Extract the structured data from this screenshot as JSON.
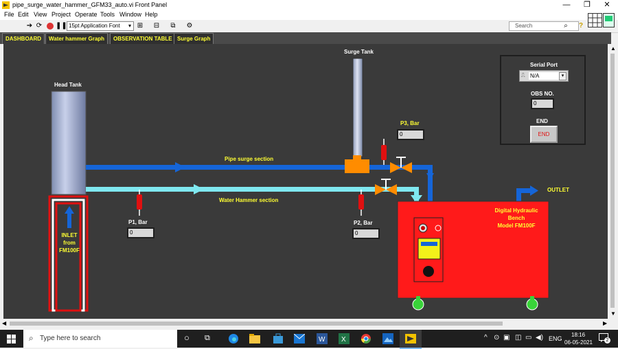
{
  "window": {
    "title": "pipe_surge_water_hammer_GFM33_auto.vi Front Panel",
    "minimize": "—",
    "restore": "❐",
    "close": "✕"
  },
  "menu": [
    "File",
    "Edit",
    "View",
    "Project",
    "Operate",
    "Tools",
    "Window",
    "Help"
  ],
  "toolbar": {
    "font": "15pt Application Font",
    "search_placeholder": "Search",
    "help": "?"
  },
  "tabs": [
    "DASHBOARD",
    "Water hammer Graph",
    "OBSERVATION TABLE",
    "Surge Graph"
  ],
  "diagram": {
    "head_tank": "Head Tank",
    "surge_tank": "Surge Tank",
    "pipe_surge": "Pipe surge section",
    "water_hammer": "Water Hammer section",
    "inlet": "INLET\nfrom\nFM100F",
    "outlet": "OUTLET",
    "bench": "Digital Hydraulic\nBench\nModel FM100F"
  },
  "gauges": {
    "p1_label": "P1, Bar",
    "p1_value": "0",
    "p2_label": "P2, Bar",
    "p2_value": "0",
    "p3_label": "P3, Bar",
    "p3_value": "0"
  },
  "control": {
    "serial_label": "Serial Port",
    "serial_value": "N/A",
    "obs_label": "OBS NO.",
    "obs_value": "0",
    "end_label": "END",
    "end_button": "END"
  },
  "taskbar": {
    "search": "Type here to search",
    "lang": "ENG",
    "time": "18:16",
    "date": "06-05-2021",
    "notif": "2"
  },
  "colors": {
    "panel": "#3a3a3a",
    "surge_pipe": "#1565d8",
    "hammer_pipe": "#7fe8f0",
    "bench": "#ff1a1a",
    "label_yellow": "#ffff33"
  }
}
